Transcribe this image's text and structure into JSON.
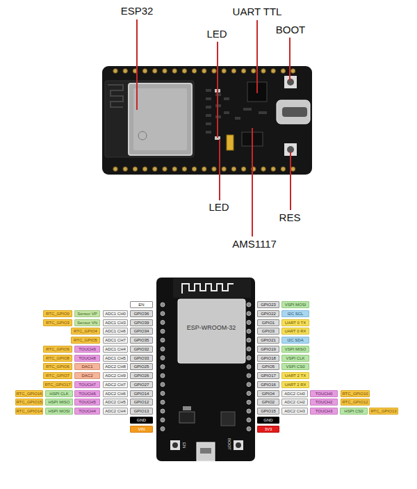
{
  "diagram": {
    "labels": [
      "ESP32",
      "UART TTL",
      "LED",
      "BOOT",
      "LED",
      "RES",
      "AMS1117",
      "ESP-WROOM-32",
      "EN",
      "RTC_GPIO0",
      "Sensor VP",
      "ADC1 CH0",
      "GPIO36",
      "RTC_GPIO3",
      "Sensor VN",
      "ADC1 CH3",
      "GPIO39",
      "RTC_GPIO4",
      "ADC1 CH6",
      "GPIO34",
      "RTC_GPIO5",
      "ADC1 CH7",
      "GPIO35",
      "RTC_GPIO9",
      "TOUCH9",
      "ADC1 CH4",
      "GPIO32",
      "RTC_GPIO8",
      "TOUCH8",
      "ADC1 CH5",
      "GPIO33",
      "RTC_GPIO6",
      "DAC1",
      "ADC2 CH8",
      "GPIO25",
      "RTC_GPIO7",
      "DAC2",
      "ADC2 CH9",
      "GPIO26",
      "RTC_GPIO17",
      "TOUCH7",
      "ADC2 CH7",
      "GPIO27",
      "RTC_GPIO16",
      "HSPI CLK",
      "TOUCH6",
      "ADC2 CH6",
      "GPIO14",
      "RTC_GPIO15",
      "HSPI MISO",
      "TOUCH5",
      "ADC2 CH5",
      "GPIO12",
      "RTC_GPIO14",
      "HSPI MOSI",
      "TOUCH4",
      "ADC2 CH4",
      "GPIO13",
      "GND",
      "VIN",
      "GPIO23",
      "VSPI MOSI",
      "GPIO22",
      "I2C SCL",
      "GPIO1",
      "UART 0 TX",
      "GPIO3",
      "UART 0 RX",
      "GPIO21",
      "I2C SDA",
      "GPIO19",
      "VSPI MISO",
      "GPIO18",
      "VSPI CLK",
      "GPIO5",
      "VSPI CS0",
      "GPIO17",
      "UART 2 TX",
      "GPIO16",
      "UART 2 RX",
      "GPIO4",
      "ADC2 CH0",
      "TOUCH0",
      "RTC_GPIO10",
      "GPIO2",
      "ADC2 CH2",
      "TOUCH2",
      "RTC_GPIO12",
      "GPIO15",
      "ADC2 CH3",
      "TOUCH3",
      "HSPI CS0",
      "RTC_GPIO13",
      "GND",
      "3V3",
      "EN",
      "BOOT"
    ]
  }
}
